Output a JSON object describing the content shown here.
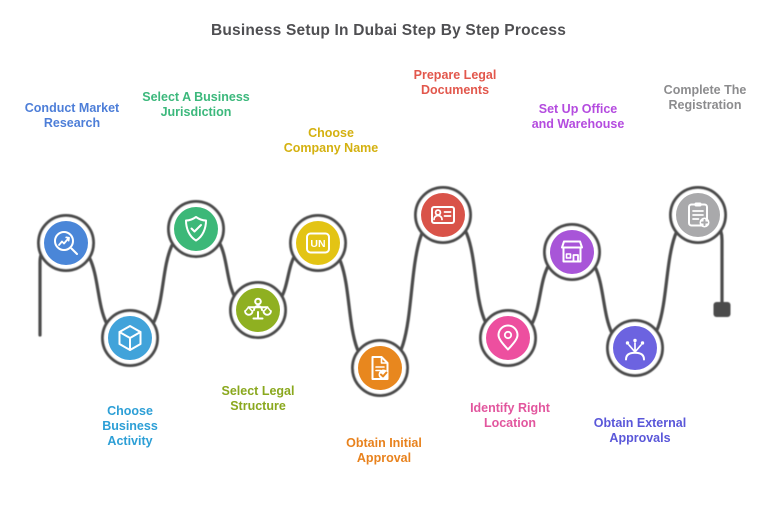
{
  "title": "Business Setup In Dubai Step By Step Process",
  "track_color": "#4b4b4b",
  "steps": [
    {
      "id": "market-research",
      "icon": "analytics-magnifier-icon",
      "circle_color": "#4a86d8",
      "label_color": "#4d7ed8",
      "lines": [
        "Conduct Market",
        "Research"
      ]
    },
    {
      "id": "business-activity",
      "icon": "package-box-icon",
      "circle_color": "#41a3da",
      "label_color": "#2d9fd6",
      "lines": [
        "Choose",
        "Business",
        "Activity"
      ]
    },
    {
      "id": "business-jurisdiction",
      "icon": "shield-check-icon",
      "circle_color": "#3cb878",
      "label_color": "#3cb87c",
      "lines": [
        "Select A Business",
        "Jurisdiction"
      ]
    },
    {
      "id": "legal-structure",
      "icon": "scales-person-icon",
      "circle_color": "#8fb021",
      "label_color": "#8aa81e",
      "lines": [
        "Select Legal",
        "Structure"
      ]
    },
    {
      "id": "company-name",
      "icon": "name-badge-icon",
      "icon_text": "UN",
      "circle_color": "#e3c414",
      "label_color": "#d4b110",
      "lines": [
        "Choose",
        "Company Name"
      ]
    },
    {
      "id": "initial-approval",
      "icon": "document-check-icon",
      "circle_color": "#e8871e",
      "label_color": "#e8821d",
      "lines": [
        "Obtain Initial",
        "Approval"
      ]
    },
    {
      "id": "legal-documents",
      "icon": "id-card-icon",
      "circle_color": "#d95349",
      "label_color": "#e2574c",
      "lines": [
        "Prepare Legal",
        "Documents"
      ]
    },
    {
      "id": "right-location",
      "icon": "location-pin-icon",
      "circle_color": "#ed4f9f",
      "label_color": "#e2569e",
      "lines": [
        "Identify Right",
        "Location"
      ]
    },
    {
      "id": "office-warehouse",
      "icon": "storefront-icon",
      "circle_color": "#a855d8",
      "label_color": "#b44bdf",
      "lines": [
        "Set Up Office",
        "and Warehouse"
      ]
    },
    {
      "id": "external-approvals",
      "icon": "hand-approval-icon",
      "circle_color": "#6c63e0",
      "label_color": "#5a57d9",
      "lines": [
        "Obtain External",
        "Approvals"
      ]
    },
    {
      "id": "registration",
      "icon": "clipboard-plus-icon",
      "circle_color": "#a9a9ab",
      "label_color": "#8c8c8e",
      "lines": [
        "Complete The",
        "Registration"
      ]
    }
  ]
}
